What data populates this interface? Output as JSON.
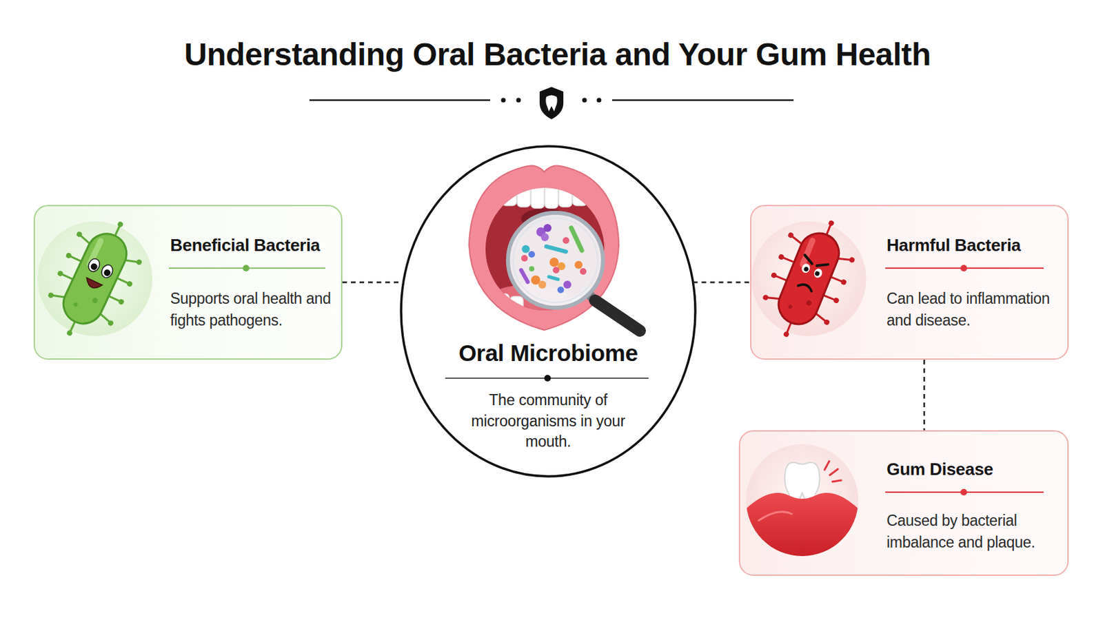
{
  "diagram": {
    "title": "Understanding Oral Bacteria and Your Gum Health",
    "nodes": [
      {
        "text": [
          "Beneficial Bacteria",
          "Supports oral health and fights pathogens."
        ]
      },
      {
        "text": [
          "Oral Microbiome",
          "The community of microorganisms in your mouth."
        ]
      },
      {
        "text": [
          "Harmful Bacteria",
          "Can lead to inflammation and disease."
        ]
      },
      {
        "text": [
          "Gum Disease",
          "Caused by bacterial imbalance and plaque."
        ]
      }
    ],
    "edges": [
      {
        "from": 0,
        "to": 1,
        "arrow": "none"
      },
      {
        "from": 1,
        "to": 2,
        "arrow": "none"
      },
      {
        "from": 2,
        "to": 3,
        "arrow": "none"
      }
    ]
  }
}
